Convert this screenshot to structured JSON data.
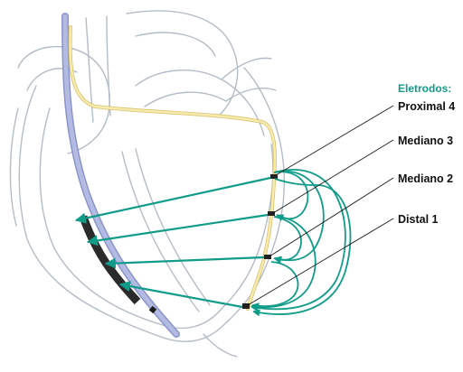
{
  "legend": {
    "title": "Eletrodos:",
    "items": [
      "Proximal 4",
      "Mediano 3",
      "Mediano 2",
      "Distal 1"
    ]
  },
  "colors": {
    "teal": "#119c8a",
    "lead_yellow": "#f3e29a",
    "catheter_blue": "#a7b0dc",
    "outline": "#b4bcc8",
    "coil": "#2b2b2b"
  }
}
